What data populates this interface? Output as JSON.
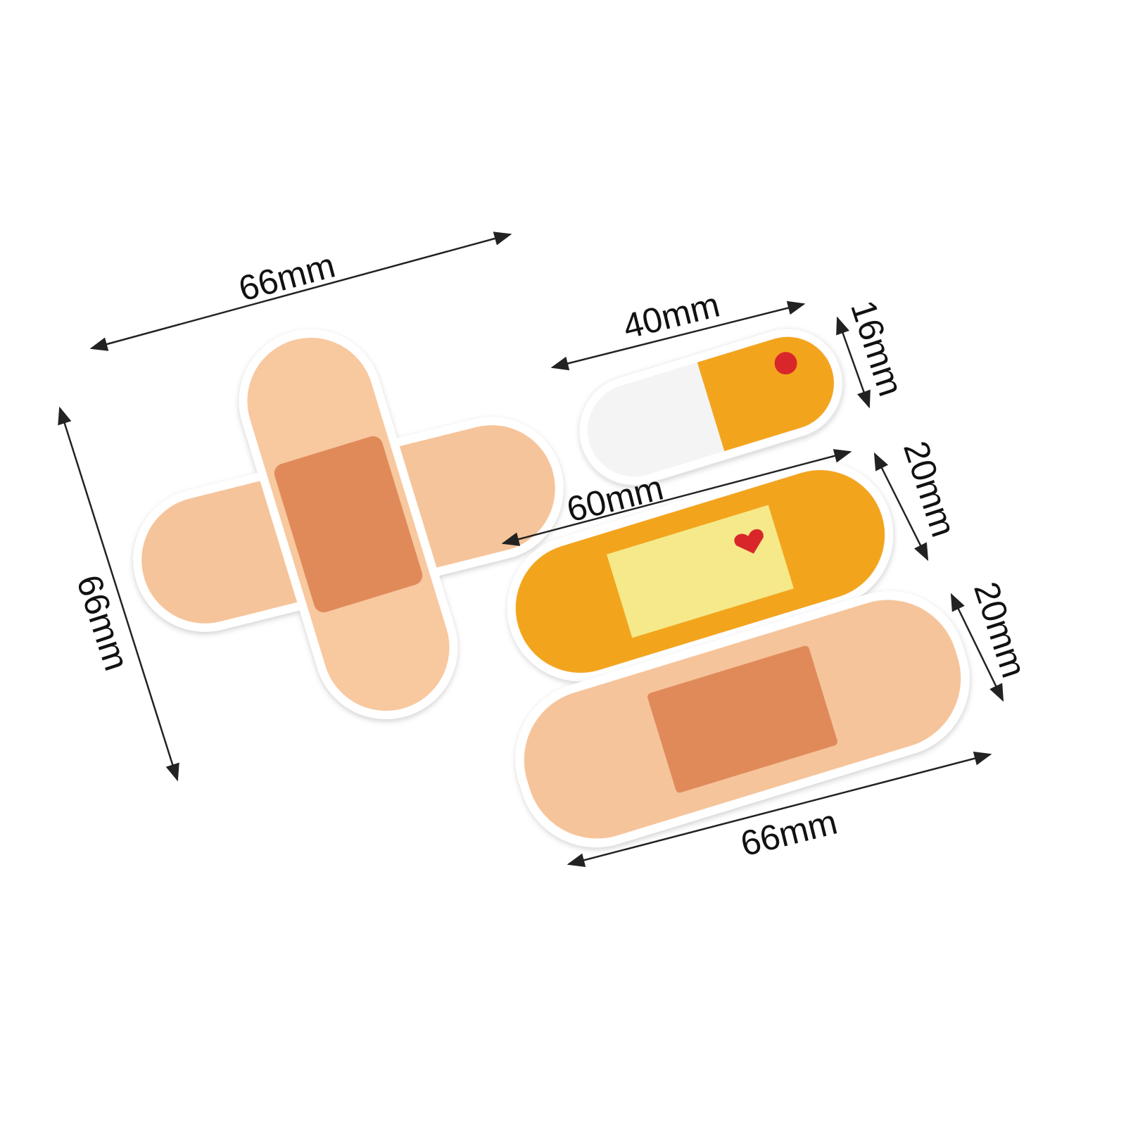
{
  "dimensions": {
    "cross_width": "66mm",
    "cross_height": "66mm",
    "pill_length": "40mm",
    "pill_width": "16mm",
    "yellow_length": "60mm",
    "yellow_width": "20mm",
    "beige_width": "20mm",
    "beige_length": "66mm"
  },
  "colors": {
    "beige": "#f6c49a",
    "beige_dark": "#e08a5a",
    "yellow": "#f2a51c",
    "yellow_pad": "#f6e98a",
    "heart": "#d8262a",
    "white_edge": "#ffffff"
  }
}
